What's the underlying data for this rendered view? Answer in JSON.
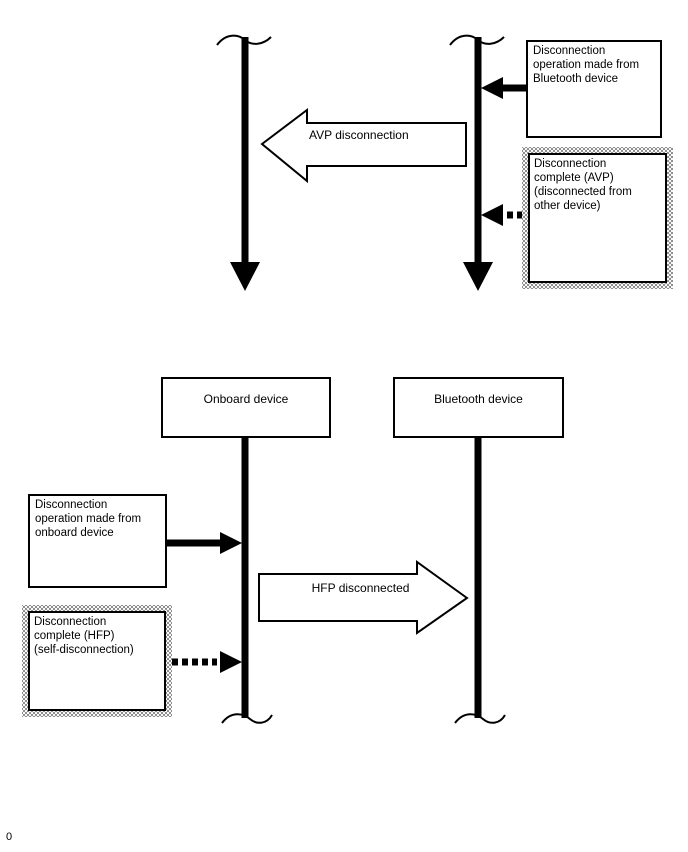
{
  "page_marker": "0",
  "colors": {
    "ink": "#000000",
    "paper": "#ffffff",
    "pattern_gray": "#8f8f8f"
  },
  "avp_sequence": {
    "operation_box": "Disconnection\noperation made from\nBluetooth device",
    "complete_box": "Disconnection\ncomplete (AVP)\n(disconnected from\nother device)",
    "arrow_label": "AVP disconnection"
  },
  "hfp_sequence": {
    "onboard_header": "Onboard device",
    "bluetooth_header": "Bluetooth device",
    "operation_box": "Disconnection\noperation made from\nonboard device",
    "complete_box": "Disconnection\ncomplete (HFP)\n(self-disconnection)",
    "arrow_label": "HFP disconnected"
  }
}
